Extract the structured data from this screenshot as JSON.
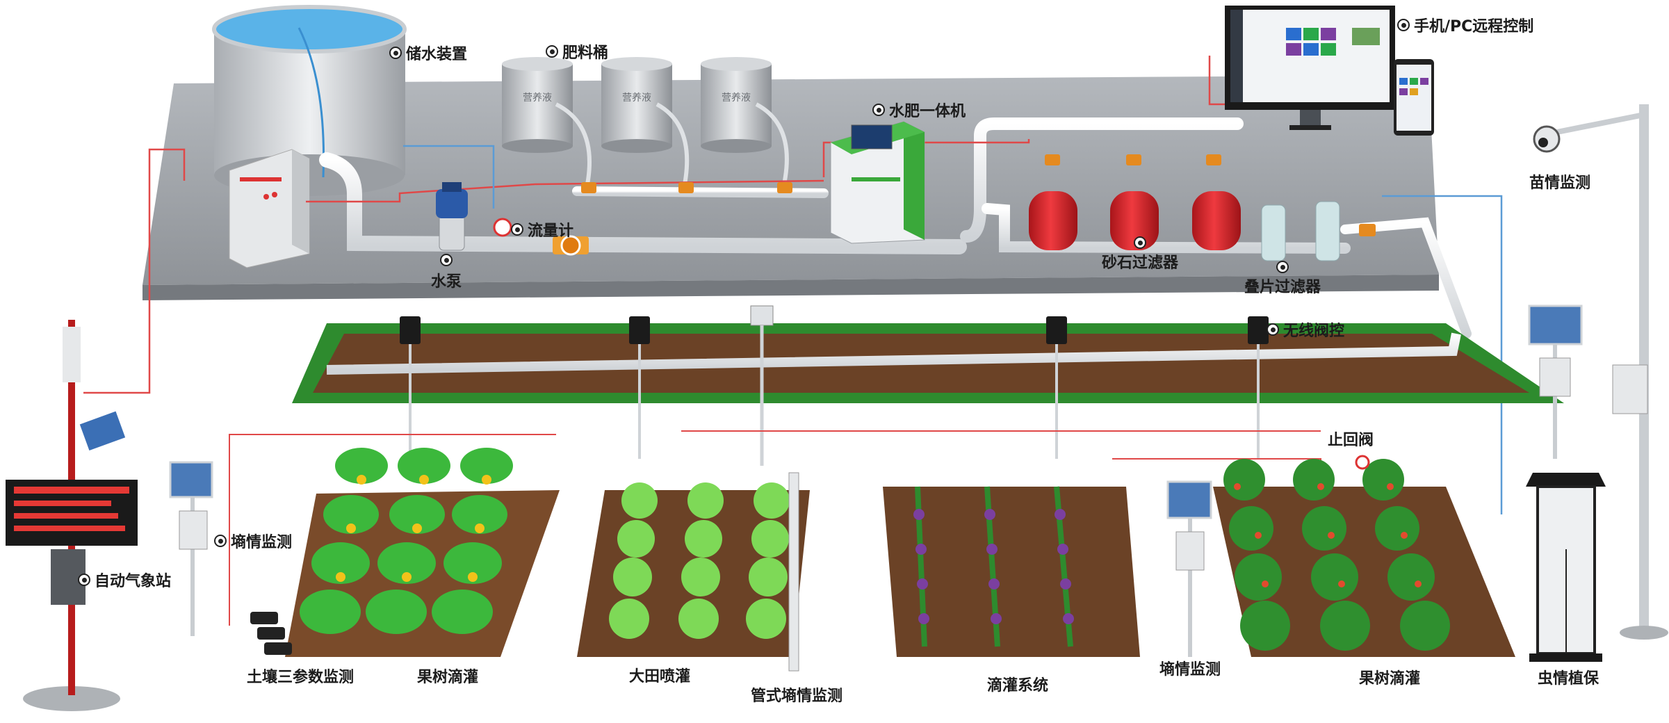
{
  "labels": {
    "water_storage": "储水装置",
    "fertilizer_bucket": "肥料桶",
    "bucket_text": "营养液",
    "water_fertilizer_machine": "水肥一体机",
    "remote_control": "手机/PC远程控制",
    "flow_meter": "流量计",
    "water_pump": "水泵",
    "sand_filter": "砂石过滤器",
    "disc_filter": "叠片过滤器",
    "wireless_valve": "无线阀控",
    "seedling_monitor": "苗情监测",
    "soil_moisture_left": "墒情监测",
    "weather_station": "自动气象站",
    "soil_three_param": "土壤三参数监测",
    "orchard_drip_left": "果树滴灌",
    "field_sprinkler": "大田喷灌",
    "tube_moisture": "管式墒情监测",
    "drip_system": "滴灌系统",
    "soil_moisture_right": "墒情监测",
    "orchard_drip_right": "果树滴灌",
    "check_valve": "止回阀",
    "insect_monitor": "虫情植保"
  },
  "colors": {
    "platform": "#9fa3a8",
    "pipe": "#e9ecef",
    "signal_line": "#e04848",
    "data_line": "#5b9bd5",
    "filter_red": "#d9262b",
    "machine_green": "#3aa83a",
    "field_soil": "#6b4226",
    "field_border": "#2e8b2e",
    "plant_green": "#3cb83c",
    "cabbage_green": "#7ed957",
    "flower_purple": "#7b3fa0",
    "tree_fruit": "#e24b2e"
  },
  "icons": [
    "storage-tank-icon",
    "bucket-icon",
    "control-cabinet-icon",
    "pump-icon",
    "flow-meter-icon",
    "fertigation-machine-icon",
    "sand-filter-icon",
    "disc-filter-icon",
    "valve-controller-icon",
    "monitor-icon",
    "phone-icon",
    "camera-pole-icon",
    "solar-panel-icon",
    "weather-station-icon",
    "insect-trap-icon"
  ]
}
